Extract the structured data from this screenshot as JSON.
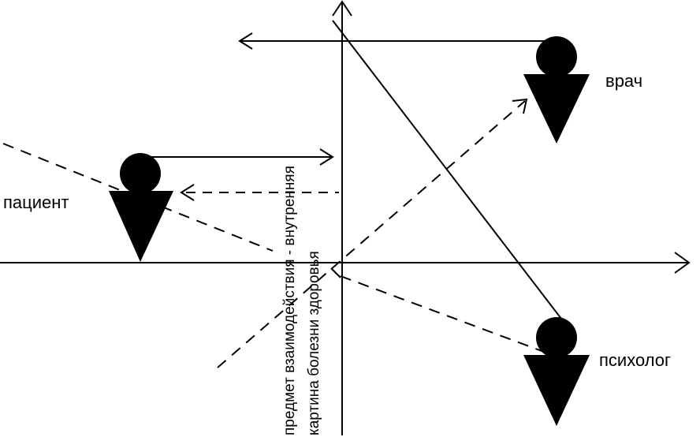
{
  "roles": {
    "doctor": "врач",
    "patient": "пациент",
    "psychologist": "психолог"
  },
  "axis_caption": {
    "line1": "предмет взаимодействия - внутренняя",
    "line2": "картина болезни здоровья"
  },
  "colors": {
    "ink": "#000000",
    "background": "#ffffff"
  }
}
